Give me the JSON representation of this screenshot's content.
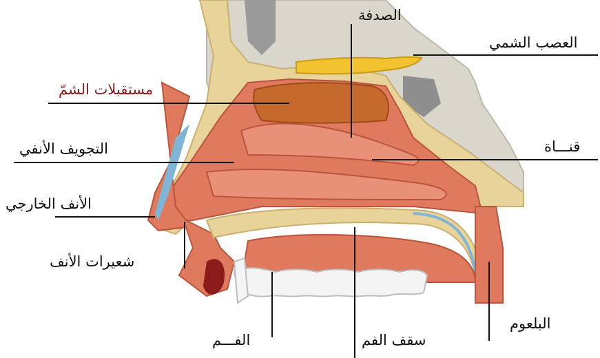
{
  "labels": {
    "shell": "الصدفة",
    "olfactory_nerve": "العصب الشمي",
    "smell_receptors": "مستقبلات الشمّ",
    "nasal_cavity": "التجويف الأنفي",
    "canal": "قنـــاة",
    "external_nose": "الأنف الخارجي",
    "nose_hairs": "شعيرات الأنف",
    "mouth": "الفـــم",
    "palate": "سقف الفم",
    "pharynx": "البلعوم"
  },
  "colors": {
    "smell_receptors_label": "#8b1a1a",
    "tissue": "#e07a5f",
    "bone": "#e8d39a",
    "nerve": "#f2c230",
    "teeth": "#f4f4f4"
  }
}
